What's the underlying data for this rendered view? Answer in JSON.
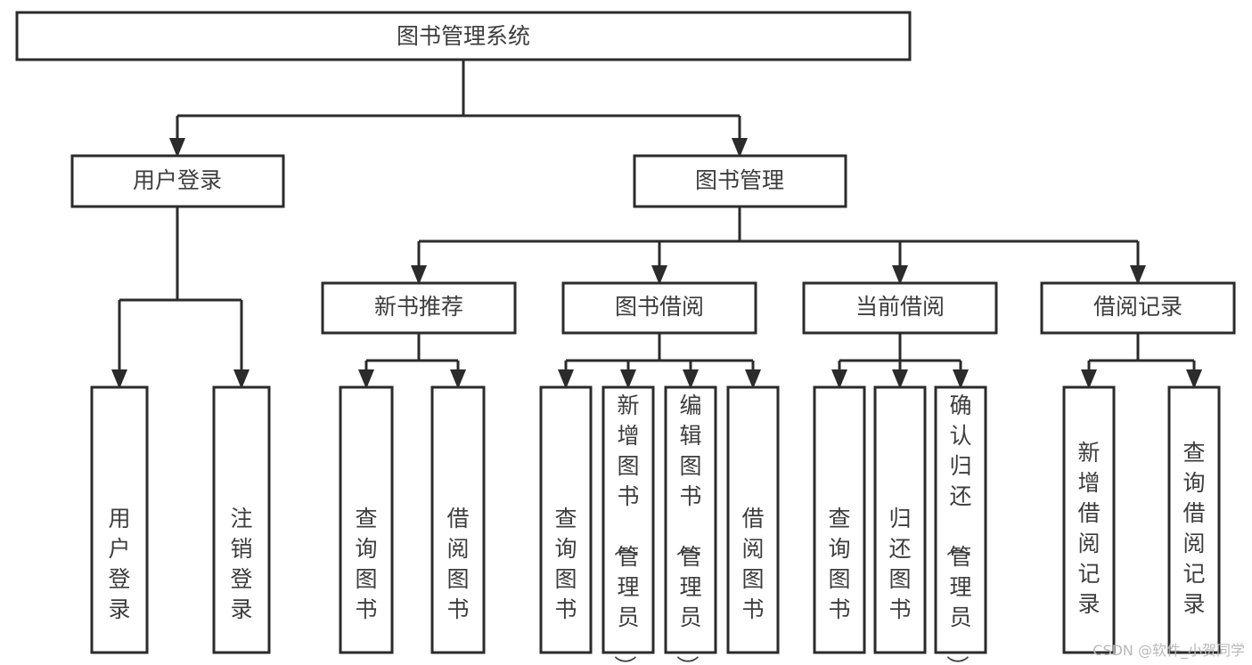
{
  "diagram": {
    "title": "图书管理系统",
    "type": "hierarchy-tree",
    "orientation": "top-down",
    "levels": 3,
    "colors": {
      "box_border": "#2b2b2b",
      "box_fill": "#ffffff",
      "text": "#3d3d3d",
      "connector": "#2b2b2b",
      "watermark": "#b9b9b9",
      "background": "#ffffff"
    }
  },
  "root": {
    "label": "图书管理系统"
  },
  "level2": [
    {
      "label": "用户登录"
    },
    {
      "label": "图书管理"
    }
  ],
  "level3": [
    {
      "label": "新书推荐"
    },
    {
      "label": "图书借阅"
    },
    {
      "label": "当前借阅"
    },
    {
      "label": "借阅记录"
    }
  ],
  "leaves": {
    "user_login": [
      {
        "label": "用户登录"
      },
      {
        "label": "注销登录"
      }
    ],
    "new_book_recommend": [
      {
        "label": "查询图书"
      },
      {
        "label": "借阅图书"
      }
    ],
    "book_borrow": [
      {
        "label": "查询图书"
      },
      {
        "label": "新增图书（管理员）"
      },
      {
        "label": "编辑图书（管理员）"
      },
      {
        "label": "借阅图书"
      }
    ],
    "current_borrow": [
      {
        "label": "查询图书"
      },
      {
        "label": "归还图书"
      },
      {
        "label": "确认归还（管理员）"
      }
    ],
    "borrow_record": [
      {
        "label": "新增借阅记录"
      },
      {
        "label": "查询借阅记录"
      }
    ]
  },
  "watermark": {
    "text": "CSDN @软件_小贺同学"
  }
}
